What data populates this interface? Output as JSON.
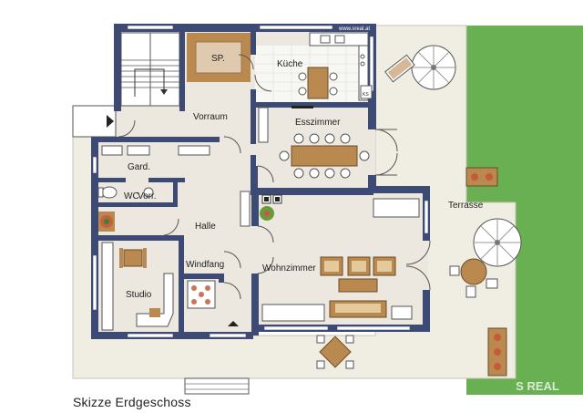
{
  "title": "Skizze Erdgeschoss",
  "watermark": "www.sreal.at",
  "logo_text": "S REAL",
  "rooms": {
    "speis": "SP.",
    "kueche": "Küche",
    "vorraum": "Vorraum",
    "esszimmer": "Esszimmer",
    "garderobe": "Gard.",
    "wc": "WC",
    "vorr": "Vorr.",
    "halle": "Halle",
    "windfang": "Windfang",
    "wohnzimmer": "Wohnzimmer",
    "studio": "Studio",
    "terrasse": "Terrasse",
    "ks": "KS"
  },
  "colors": {
    "wall": "#3d4a74",
    "floor": "#ece8df",
    "terrace": "#f0ede3",
    "lawn": "#5fa84a",
    "wood": "#b9894f",
    "kitchen_tile": "#f7f7f4"
  }
}
